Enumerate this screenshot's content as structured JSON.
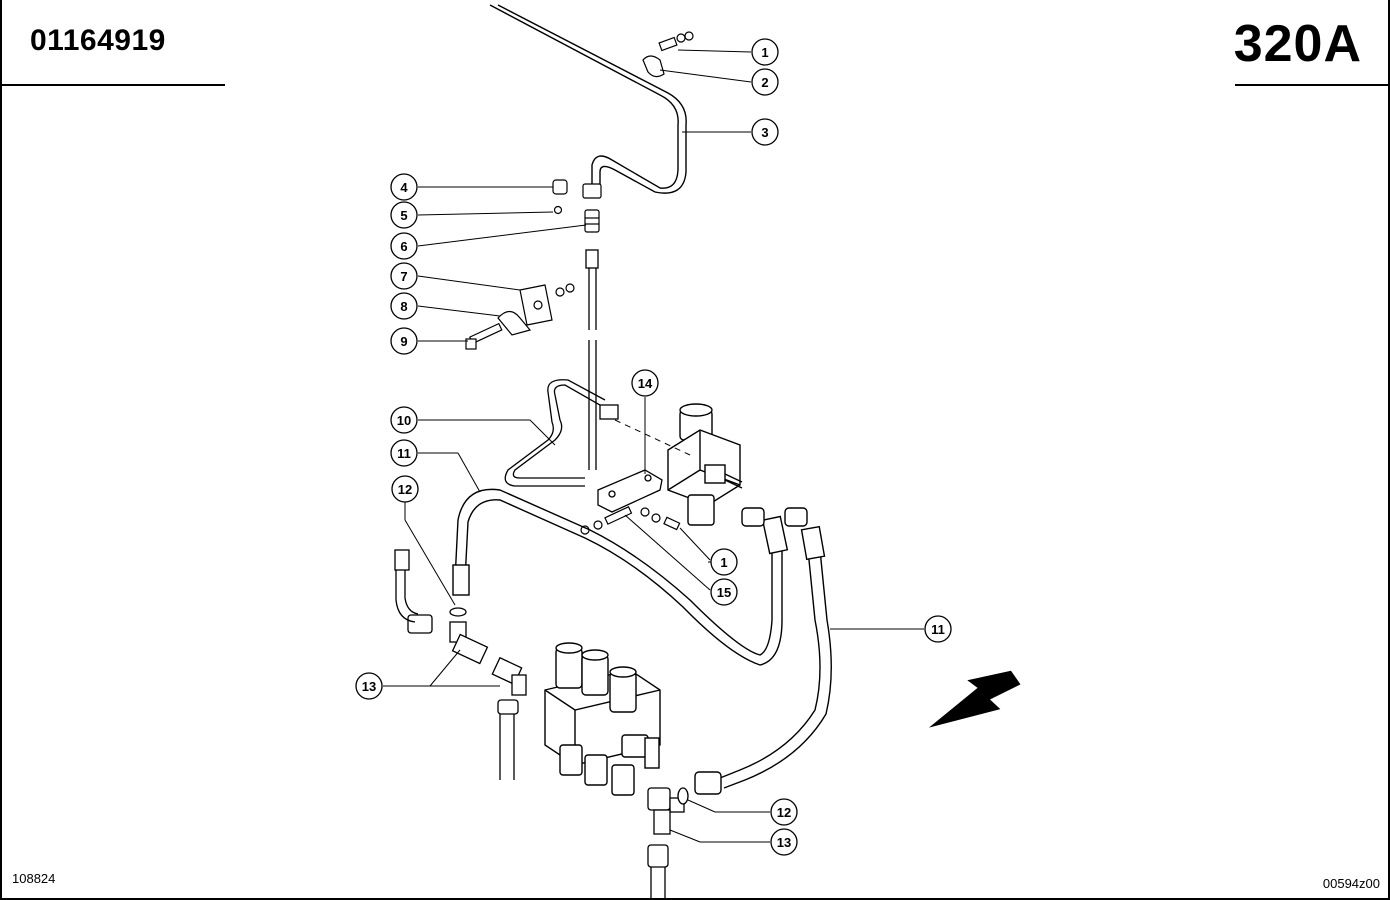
{
  "header": {
    "part_number": "01164919",
    "section_code": "320A"
  },
  "footer": {
    "left_code": "108824",
    "right_code": "00594z00"
  },
  "diagram": {
    "callouts": [
      {
        "id": "c1a",
        "label": "1"
      },
      {
        "id": "c2",
        "label": "2"
      },
      {
        "id": "c3",
        "label": "3"
      },
      {
        "id": "c4",
        "label": "4"
      },
      {
        "id": "c5",
        "label": "5"
      },
      {
        "id": "c6",
        "label": "6"
      },
      {
        "id": "c7",
        "label": "7"
      },
      {
        "id": "c8",
        "label": "8"
      },
      {
        "id": "c9",
        "label": "9"
      },
      {
        "id": "c10",
        "label": "10"
      },
      {
        "id": "c11a",
        "label": "11"
      },
      {
        "id": "c12a",
        "label": "12"
      },
      {
        "id": "c14",
        "label": "14"
      },
      {
        "id": "c1b",
        "label": "1"
      },
      {
        "id": "c15",
        "label": "15"
      },
      {
        "id": "c11b",
        "label": "11"
      },
      {
        "id": "c13a",
        "label": "13"
      },
      {
        "id": "c12b",
        "label": "12"
      },
      {
        "id": "c13b",
        "label": "13"
      }
    ]
  }
}
